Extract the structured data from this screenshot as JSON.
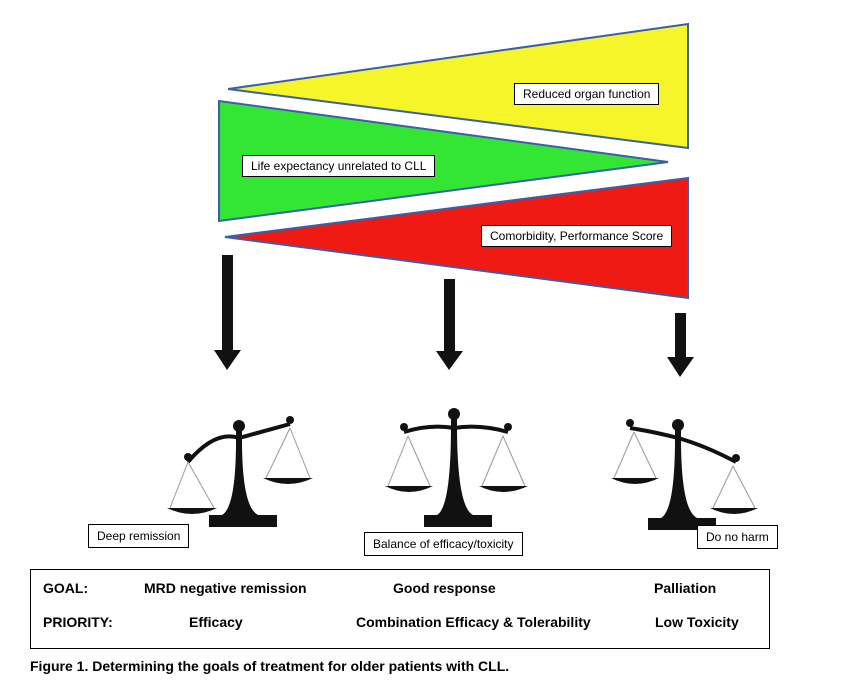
{
  "wedges": {
    "reduced_organ": "Reduced organ function",
    "life_expectancy": "Life expectancy unrelated to CLL",
    "comorbidity": "Comorbidity, Performance Score"
  },
  "scales": {
    "left": "Deep remission",
    "middle": "Balance of efficacy/toxicity",
    "right": "Do no harm"
  },
  "goals_table": {
    "goal_label": "GOAL:",
    "priority_label": "PRIORITY:",
    "goals": [
      "MRD negative remission",
      "Good response",
      "Palliation"
    ],
    "priorities": [
      "Efficacy",
      "Combination Efficacy & Tolerability",
      "Low Toxicity"
    ]
  },
  "caption": "Figure 1.  Determining the goals of treatment for older patients with CLL.",
  "colors": {
    "yellow": "#f5f52a",
    "green": "#33e633",
    "red": "#f01a14",
    "outline": "#3a5fa8"
  }
}
